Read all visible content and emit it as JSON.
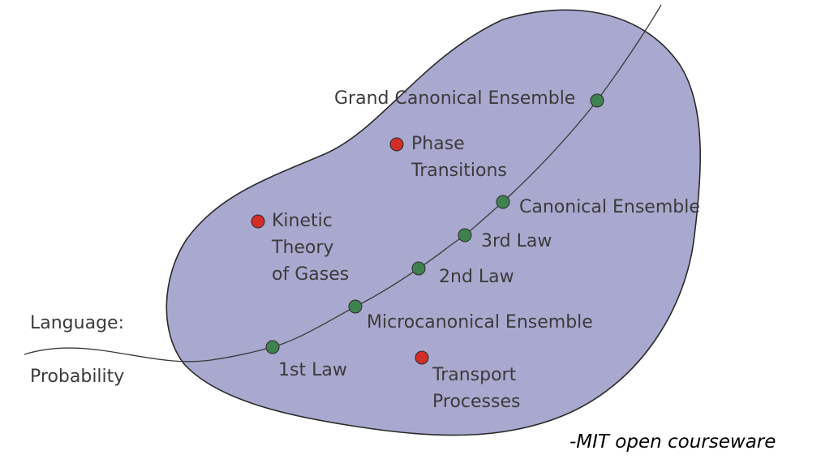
{
  "colors": {
    "blob_fill": "#a9a8cf",
    "blob_stroke": "#2a2a2a",
    "curve_stroke": "#3a3a3a",
    "green_node": "#3f8250",
    "red_node": "#d22d27",
    "label_text": "#3b3b3b"
  },
  "language_label": "Language:",
  "probability_label": "Probability",
  "credit": "-MIT open courseware",
  "nodes": {
    "grand_canonical": {
      "color": "green",
      "lines": [
        "Grand Canonical Ensemble"
      ]
    },
    "phase_transitions": {
      "color": "red",
      "lines": [
        "Phase",
        "Transitions"
      ]
    },
    "canonical": {
      "color": "green",
      "lines": [
        "Canonical Ensemble"
      ]
    },
    "kinetic_theory": {
      "color": "red",
      "lines": [
        "Kinetic",
        "Theory",
        "of Gases"
      ]
    },
    "third_law": {
      "color": "green",
      "lines": [
        "3rd Law"
      ]
    },
    "second_law": {
      "color": "green",
      "lines": [
        "2nd Law"
      ]
    },
    "microcanonical": {
      "color": "green",
      "lines": [
        "Microcanonical Ensemble"
      ]
    },
    "first_law": {
      "color": "green",
      "lines": [
        "1st Law"
      ]
    },
    "transport": {
      "color": "red",
      "lines": [
        "Transport",
        "Processes"
      ]
    }
  }
}
